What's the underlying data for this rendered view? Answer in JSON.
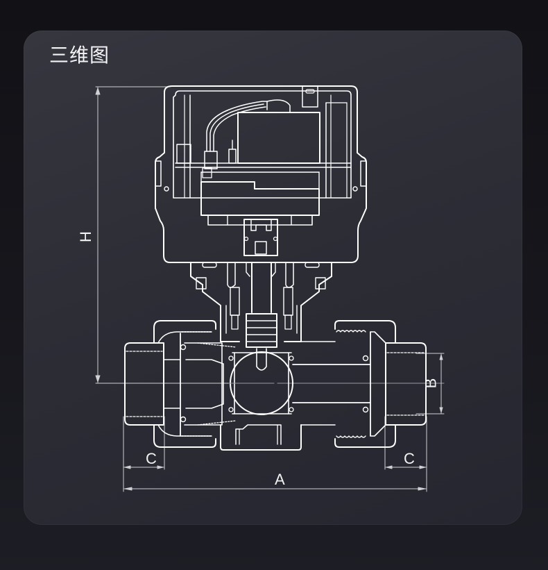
{
  "panel": {
    "title": "三维图",
    "background_color": "#2f2f38",
    "line_color": "#ffffff"
  },
  "drawing": {
    "subject": "electric-actuated ball valve (true union) cross-section",
    "dimensions": {
      "A": "A",
      "B": "B",
      "C_left": "C",
      "C_right": "C",
      "H": "H"
    }
  }
}
